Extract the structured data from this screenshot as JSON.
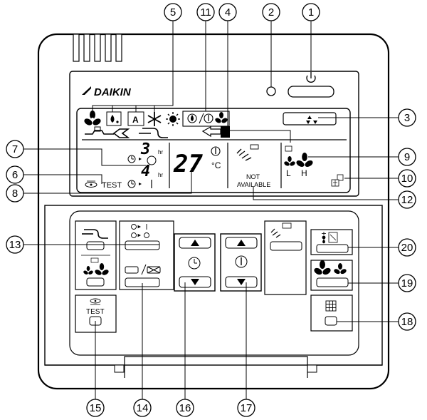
{
  "brand": {
    "name": "DAIKIN"
  },
  "display": {
    "temperature": "27",
    "temperature_unit": "°C",
    "timer_value_top": "3",
    "timer_value_bottom": "4",
    "timer_unit_top": "hr",
    "timer_unit_bottom": "hr",
    "test_label": "TEST",
    "not_available_line1": "NOT",
    "not_available_line2": "AVAILABLE",
    "fan_low": "L",
    "fan_high": "H"
  },
  "buttons": {
    "test_label": "TEST"
  },
  "callouts": [
    "1",
    "2",
    "3",
    "4",
    "5",
    "6",
    "7",
    "8",
    "9",
    "10",
    "11",
    "12",
    "13",
    "14",
    "15",
    "16",
    "17",
    "18",
    "19",
    "20"
  ],
  "icons": [
    "power-icon",
    "fan-swing-icon",
    "fan-icon",
    "dry-icon",
    "auto-icon",
    "cool-icon",
    "heat-icon",
    "filter-icon",
    "ventilation-icon",
    "thermometer-icon",
    "clock-icon",
    "inspection-icon",
    "up-arrow-icon",
    "down-arrow-icon"
  ]
}
